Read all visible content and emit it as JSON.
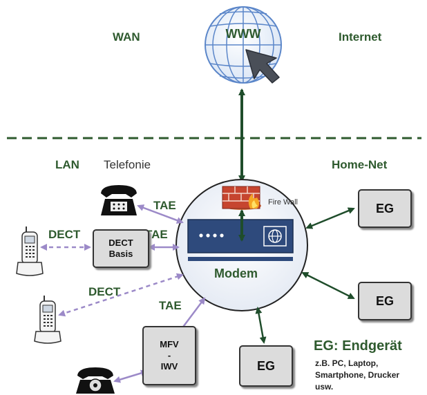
{
  "zones": {
    "wan": "WAN",
    "internet": "Internet",
    "lan": "LAN",
    "telefonie": "Telefonie",
    "home_net": "Home-Net"
  },
  "globe_label": "WWW",
  "firewall_label": "Fire Wall",
  "modem_label": "Modem",
  "connections": {
    "tae_1": "TAE",
    "tae_2": "TAE",
    "tae_3": "TAE",
    "dect_1": "DECT",
    "dect_2": "DECT"
  },
  "dect_basis": {
    "line1": "DECT",
    "line2": "Basis"
  },
  "mfv_iwv": {
    "line1": "MFV",
    "line2": "-",
    "line3": "IWV"
  },
  "endgeraete": [
    "EG",
    "EG",
    "EG"
  ],
  "legend": {
    "title": "EG: Endgerät",
    "line1": "z.B. PC, Laptop,",
    "line2": "Smartphone, Drucker",
    "line3": "usw."
  },
  "colors": {
    "dark_green": "#1f4d2b",
    "lilac": "#9c8ac8",
    "globe_blue": "#5b86c9"
  }
}
